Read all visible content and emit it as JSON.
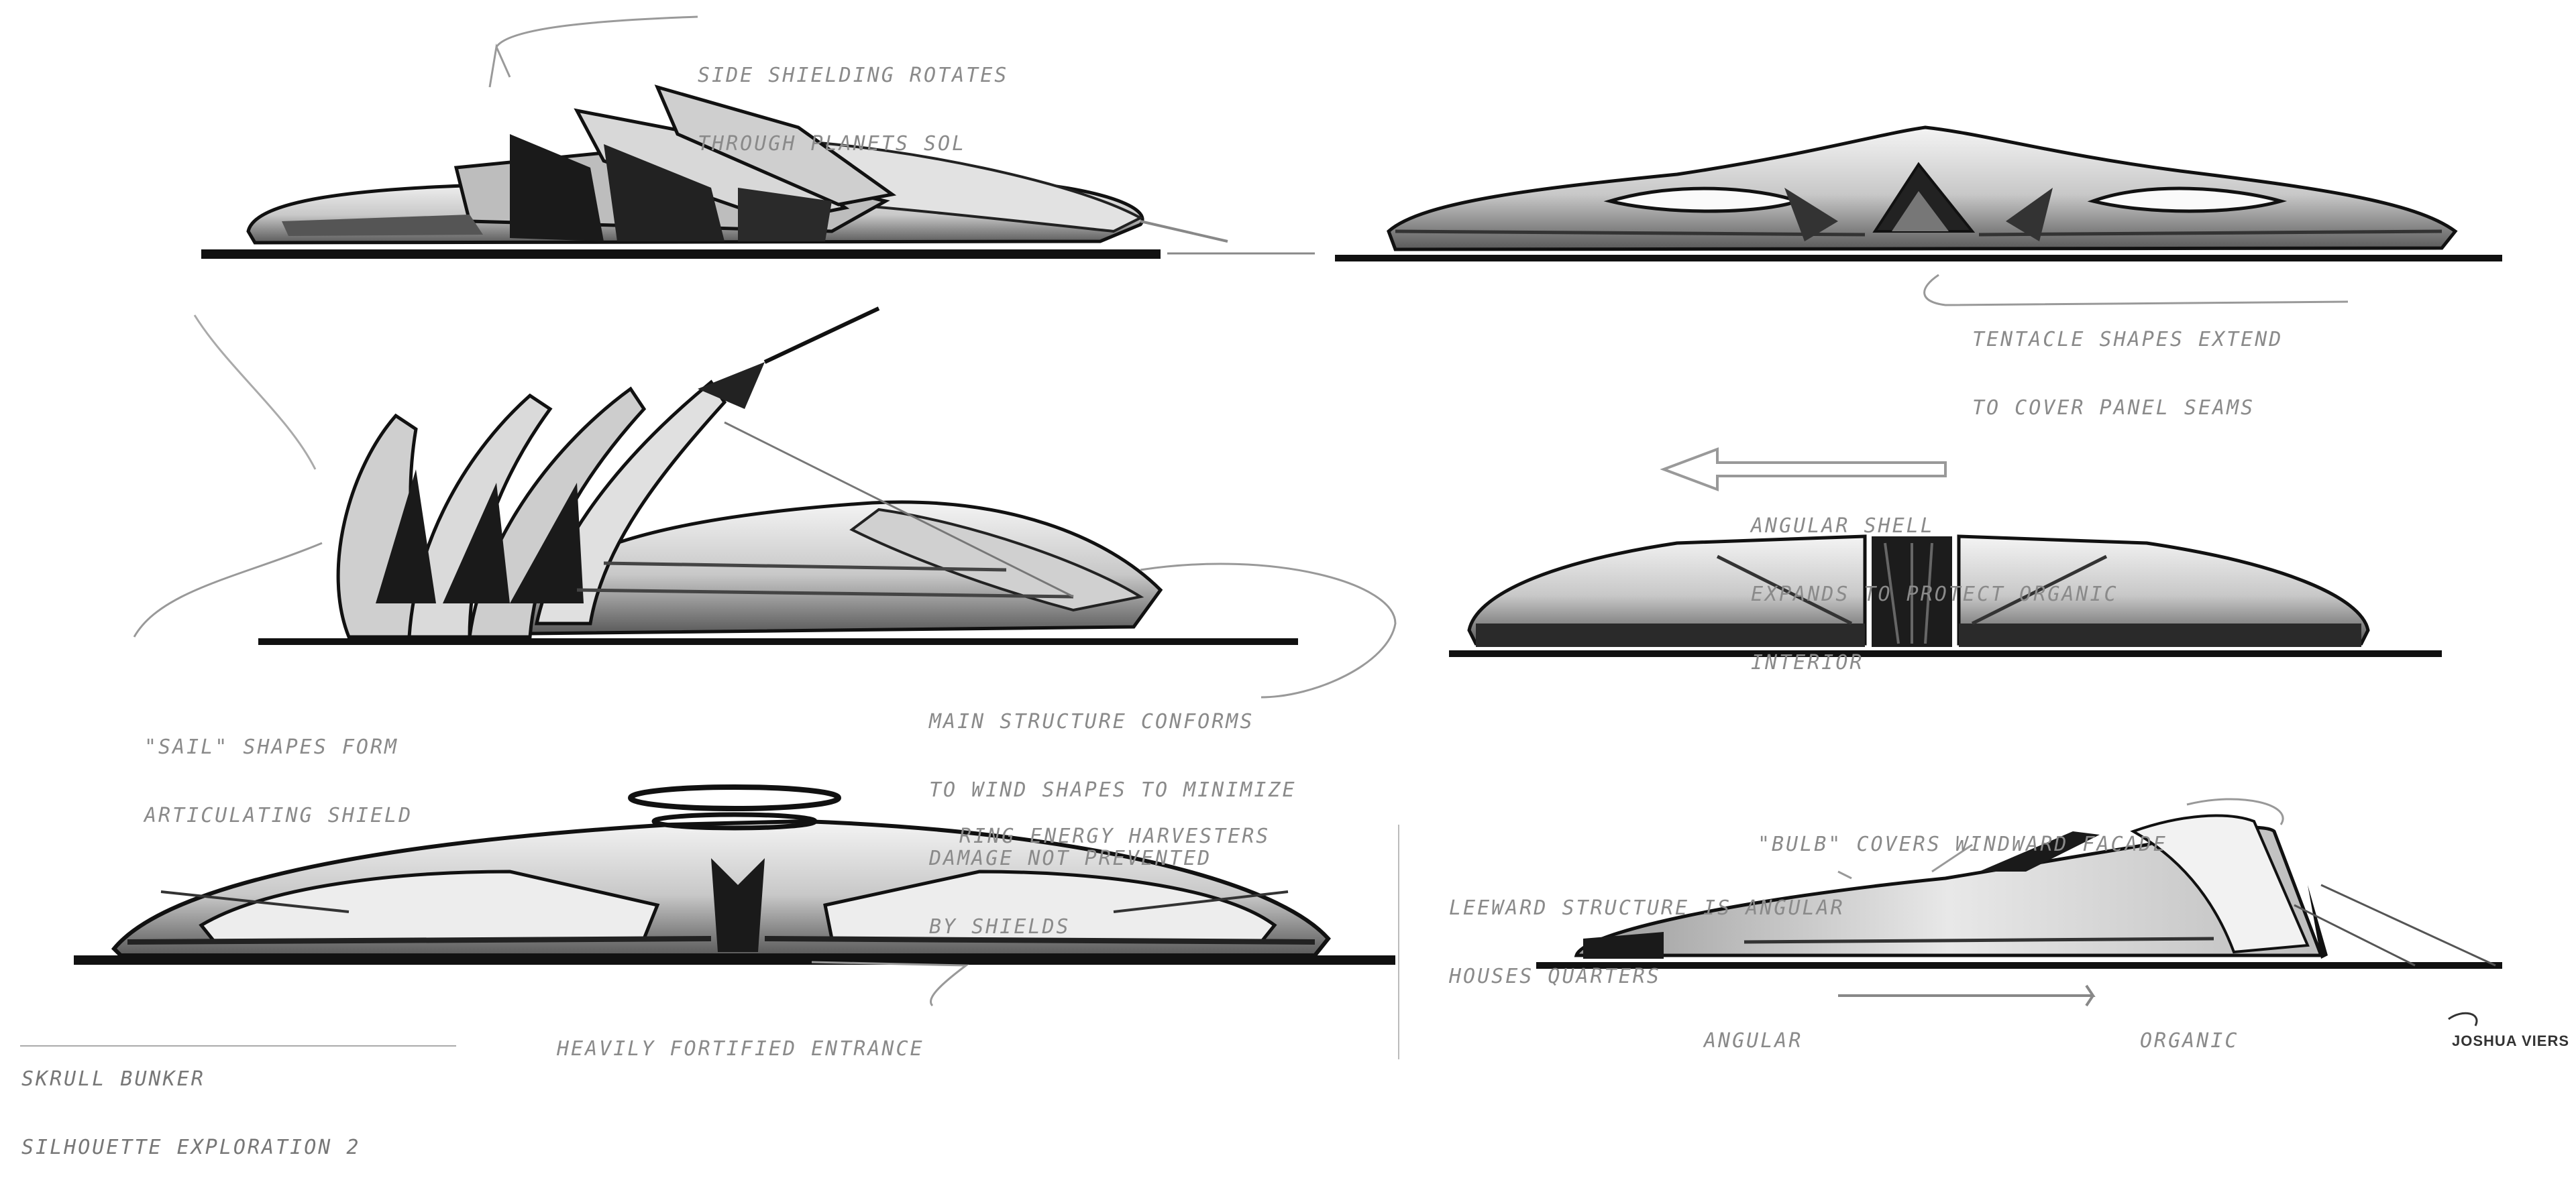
{
  "annotations": {
    "side_shielding": [
      "SIDE SHIELDING ROTATES",
      "THROUGH PLANETS SOL"
    ],
    "tentacle_shapes": [
      "TENTACLE SHAPES EXTEND",
      "TO COVER PANEL SEAMS"
    ],
    "angular_shell": [
      "ANGULAR SHELL",
      "EXPANDS TO PROTECT ORGANIC",
      "INTERIOR"
    ],
    "sail_shapes": [
      "\"SAIL\" SHAPES FORM",
      "ARTICULATING SHIELD"
    ],
    "main_structure": [
      "MAIN STRUCTURE CONFORMS",
      "TO WIND SHAPES TO MINIMIZE",
      "DAMAGE NOT PREVENTED",
      "BY SHIELDS"
    ],
    "ring_energy": "RING ENERGY HARVESTERS",
    "bulb_covers": "\"BULB\" COVERS WINDWARD FACADE",
    "leeward": [
      "LEEWARD STRUCTURE IS ANGULAR",
      "HOUSES QUARTERS"
    ],
    "fortified": "HEAVILY FORTIFIED ENTRANCE",
    "angular": "ANGULAR",
    "organic": "ORGANIC"
  },
  "title_block": [
    "SKRULL BUNKER",
    "SILHOUETTE EXPLORATION 2"
  ],
  "signature": "JOSHUA VIERS",
  "colors": {
    "ink": "#111111",
    "mid": "#7a7a7a",
    "light": "#d9d9d9",
    "note": "#8a8a8a"
  }
}
